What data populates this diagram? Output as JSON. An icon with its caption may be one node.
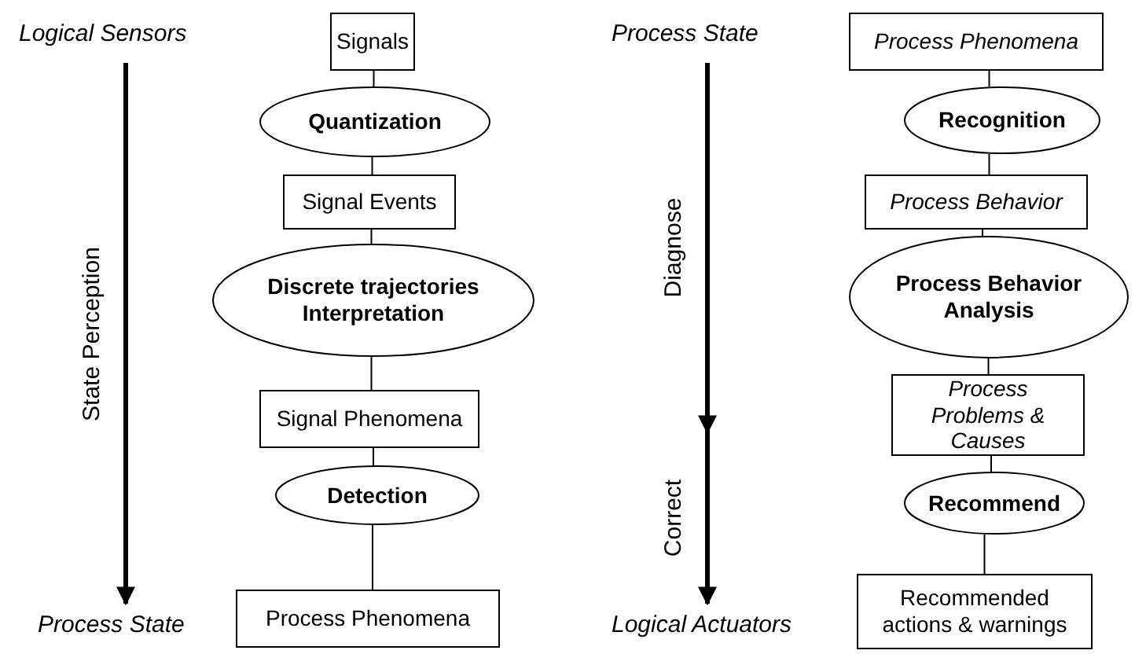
{
  "diagram": {
    "nodes": [
      {
        "text": [
          "Logical Sensors"
        ]
      },
      {
        "text": [
          "Signals"
        ]
      },
      {
        "text": [
          "Quantization"
        ]
      },
      {
        "text": [
          "Signal Events"
        ]
      },
      {
        "text": [
          "Discrete trajectories Interpretation"
        ]
      },
      {
        "text": [
          "Signal Phenomena"
        ]
      },
      {
        "text": [
          "Detection"
        ]
      },
      {
        "text": [
          "Process State"
        ]
      },
      {
        "text": [
          "Process Phenomena"
        ]
      },
      {
        "text": [
          "Process State"
        ]
      },
      {
        "text": [
          "Process Phenomena"
        ]
      },
      {
        "text": [
          "Recognition"
        ]
      },
      {
        "text": [
          "Process Behavior"
        ]
      },
      {
        "text": [
          "Process Behavior Analysis"
        ]
      },
      {
        "text": [
          "Process Problems & Causes"
        ]
      },
      {
        "text": [
          "Recommend"
        ]
      },
      {
        "text": [
          "Logical Actuators"
        ]
      },
      {
        "text": [
          "Recommended actions & warnings"
        ]
      }
    ],
    "edges": [
      {
        "from": 0,
        "to": 7,
        "arrow": "to",
        "label": "State Perception",
        "style": "thick"
      },
      {
        "from": 1,
        "to": 2,
        "arrow": "none"
      },
      {
        "from": 2,
        "to": 3,
        "arrow": "none"
      },
      {
        "from": 3,
        "to": 4,
        "arrow": "none"
      },
      {
        "from": 4,
        "to": 5,
        "arrow": "none"
      },
      {
        "from": 5,
        "to": 6,
        "arrow": "none"
      },
      {
        "from": 6,
        "to": 8,
        "arrow": "none"
      },
      {
        "from": 9,
        "to": null,
        "arrow": "to",
        "label": "Diagnose",
        "style": "thick"
      },
      {
        "from": null,
        "to": 16,
        "arrow": "to",
        "label": "Correct",
        "style": "thick"
      },
      {
        "from": 10,
        "to": 11,
        "arrow": "none"
      },
      {
        "from": 11,
        "to": 12,
        "arrow": "none"
      },
      {
        "from": 12,
        "to": 13,
        "arrow": "none"
      },
      {
        "from": 13,
        "to": 14,
        "arrow": "none"
      },
      {
        "from": 14,
        "to": 15,
        "arrow": "none"
      },
      {
        "from": 15,
        "to": 17,
        "arrow": "none"
      }
    ]
  }
}
